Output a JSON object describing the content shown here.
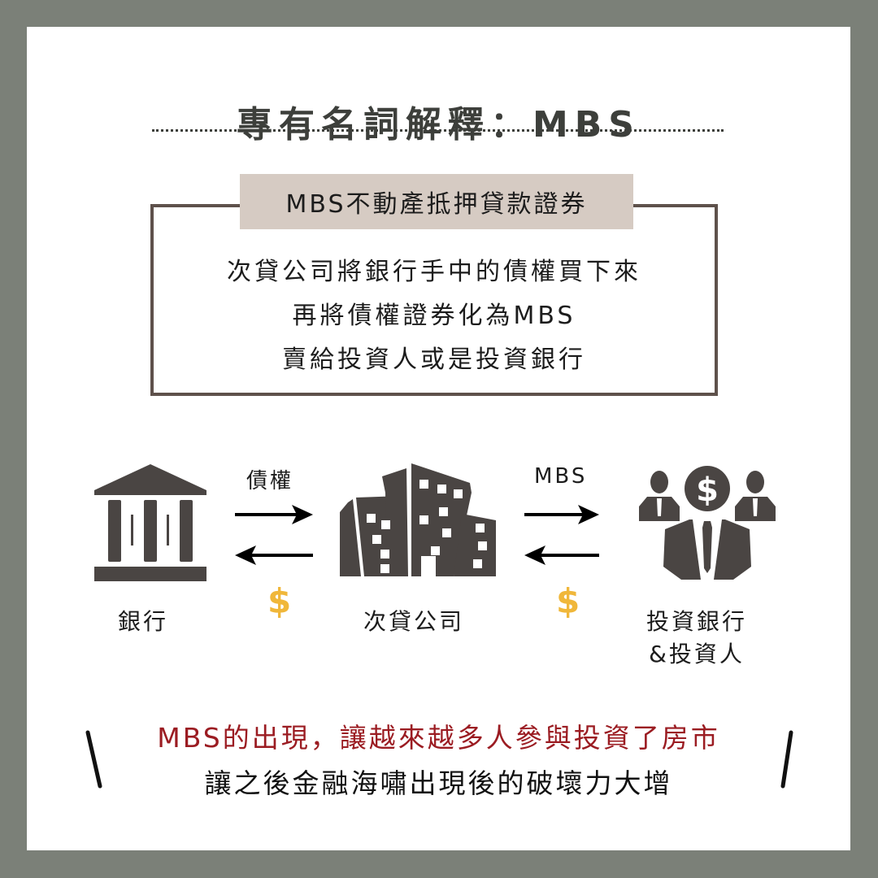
{
  "title": "專有名詞解釋：MBS",
  "definition": {
    "term": "MBS不動產抵押貸款證券",
    "lines": [
      "次貸公司將銀行手中的債權買下來",
      "再將債權證券化為MBS",
      "賣給投資人或是投資銀行"
    ]
  },
  "flow": {
    "nodes": [
      {
        "id": "bank",
        "label": "銀行",
        "icon": "bank-building-icon"
      },
      {
        "id": "subprime",
        "label": "次貸公司",
        "icon": "office-buildings-icon"
      },
      {
        "id": "investors",
        "label_line1": "投資銀行",
        "label_line2": "&投資人",
        "icon": "investors-group-dollar-icon"
      }
    ],
    "links": [
      {
        "from": "bank",
        "to": "subprime",
        "forward_label": "債權",
        "return_label": "$"
      },
      {
        "from": "subprime",
        "to": "investors",
        "forward_label": "MBS",
        "return_label": "$"
      }
    ]
  },
  "conclusion": {
    "line1": "MBS的出現，讓越來越多人參與投資了房市",
    "line2": "讓之後金融海嘯出現後的破壞力大增"
  },
  "colors": {
    "frame": "#7b8078",
    "card": "#ffffff",
    "title_text": "#3d3f3b",
    "box_border": "#5e514b",
    "tag_bg": "#d6cbc3",
    "icon_fill": "#4a4543",
    "dollar": "#f0b73a",
    "highlight_red": "#9b1c22"
  }
}
